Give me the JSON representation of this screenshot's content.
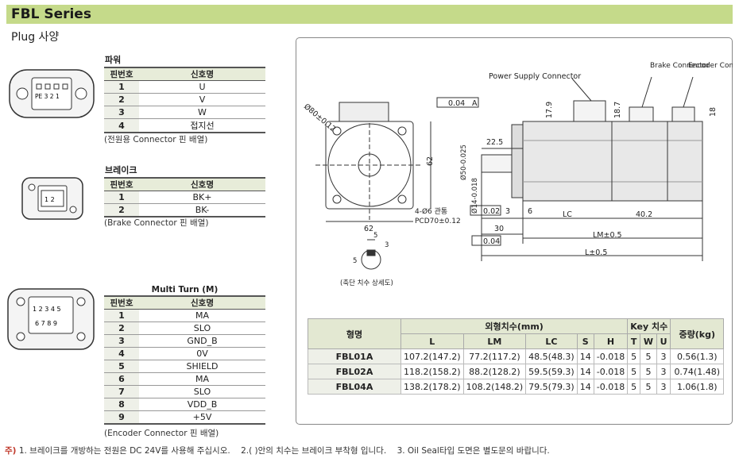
{
  "title": "FBL Series",
  "subtitle": "Plug 사양",
  "power": {
    "label": "파워",
    "headers": [
      "핀번호",
      "신호명"
    ],
    "rows": [
      {
        "pin": "1",
        "signal": "U"
      },
      {
        "pin": "2",
        "signal": "V"
      },
      {
        "pin": "3",
        "signal": "W"
      },
      {
        "pin": "4",
        "signal": "접지선"
      }
    ],
    "note": "(전원용 Connector 핀 배열)",
    "connector_pins": "PE 3 2 1"
  },
  "brake": {
    "label": "브레이크",
    "headers": [
      "핀번호",
      "신호명"
    ],
    "rows": [
      {
        "pin": "1",
        "signal": "BK+"
      },
      {
        "pin": "2",
        "signal": "BK-"
      }
    ],
    "note": "(Brake Connector 핀 배열)",
    "connector_pins": "1  2"
  },
  "encoder": {
    "caption": "Multi Turn (M)",
    "headers": [
      "핀번호",
      "신호명"
    ],
    "rows": [
      {
        "pin": "1",
        "signal": "MA"
      },
      {
        "pin": "2",
        "signal": "SLO"
      },
      {
        "pin": "3",
        "signal": "GND_B"
      },
      {
        "pin": "4",
        "signal": "0V"
      },
      {
        "pin": "5",
        "signal": "SHIELD"
      },
      {
        "pin": "6",
        "signal": "MA"
      },
      {
        "pin": "7",
        "signal": "SLO"
      },
      {
        "pin": "8",
        "signal": "VDD_B"
      },
      {
        "pin": "9",
        "signal": "+5V"
      }
    ],
    "note": "(Encoder Connector 핀 배열)",
    "connector_top": "1 2 3 4 5",
    "connector_bottom": "6 7 8 9"
  },
  "drawing": {
    "power_connector": "Power Supply Connector",
    "brake_connector": "Brake Connector",
    "encoder_connector": "Encoder Connector",
    "dia80": "Ø80±0.12",
    "flatness": "0.04",
    "datum": "A",
    "dim_179": "17.9",
    "dim_187": "18.7",
    "dim_18": "18",
    "dim_225": "22.5",
    "dim_50": "Ø50-0.025",
    "dim_14": "Ø14-0.018",
    "dim_62_side": "62",
    "dim_62_bottom": "62",
    "holes": "4-Ø6 관통",
    "pcd": "PCD70±0.12",
    "runout": "0.02",
    "dim_3": "3",
    "dim_6": "6",
    "dim_30": "30",
    "dim_lc": "LC",
    "dim_402": "40.2",
    "dim_lm": "LM±0.5",
    "dim_l": "L±0.5",
    "perp": "0.04",
    "key_5_top": "5",
    "key_3": "3",
    "key_5_left": "5",
    "shaft_caption": "(축단 치수 상세도)"
  },
  "spec": {
    "col_model": "형명",
    "group_dims": "외형치수(mm)",
    "group_key": "Key 치수",
    "col_weight": "중량(kg)",
    "sub_headers": [
      "L",
      "LM",
      "LC",
      "S",
      "H",
      "T",
      "W",
      "U"
    ],
    "rows": [
      {
        "model": "FBL01A",
        "L": "107.2(147.2)",
        "LM": "77.2(117.2)",
        "LC": "48.5(48.3)",
        "S": "14",
        "H": "-0.018",
        "T": "5",
        "W": "5",
        "U": "3",
        "weight": "0.56(1.3)"
      },
      {
        "model": "FBL02A",
        "L": "118.2(158.2)",
        "LM": "88.2(128.2)",
        "LC": "59.5(59.3)",
        "S": "14",
        "H": "-0.018",
        "T": "5",
        "W": "5",
        "U": "3",
        "weight": "0.74(1.48)"
      },
      {
        "model": "FBL04A",
        "L": "138.2(178.2)",
        "LM": "108.2(148.2)",
        "LC": "79.5(79.3)",
        "S": "14",
        "H": "-0.018",
        "T": "5",
        "W": "5",
        "U": "3",
        "weight": "1.06(1.8)"
      }
    ]
  },
  "footnote": {
    "prefix": "주)",
    "n1": "1. 브레이크를 개방하는 전원은 DC 24V를 사용해 주십시오.",
    "n2": "2.(   )안의 치수는 브레이크 부착형 입니다.",
    "n3": "3. Oil Seal타입 도면은 별도문의 바랍니다."
  }
}
